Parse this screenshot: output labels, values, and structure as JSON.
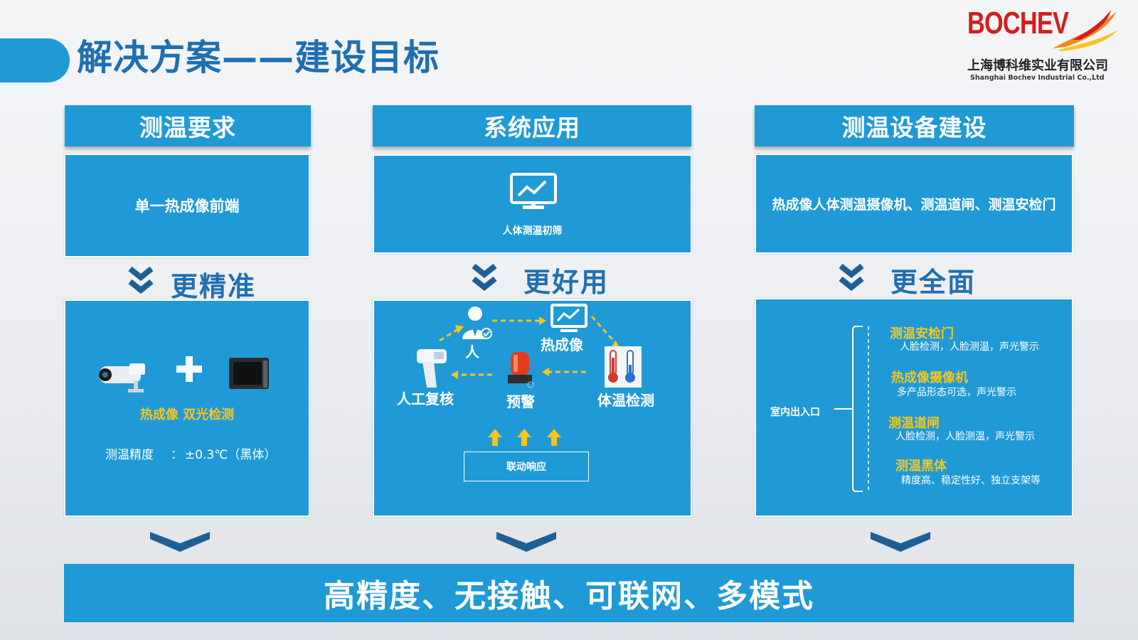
{
  "title": "解决方案——建设目标",
  "logo": {
    "wordmark": "BOCHEV",
    "company_cn": "上海博科维实业有限公司",
    "company_en": "Shanghai Bochev Industrial Co.,Ltd"
  },
  "columns": [
    {
      "header": "测温要求",
      "top_text": "单一热成像前端",
      "mid_label": "更精准",
      "detail": {
        "highlight": "热成像 双光检测",
        "accuracy_label": "测温精度",
        "accuracy_sep": "：",
        "accuracy_value": "±0.3℃（黑体）"
      }
    },
    {
      "header": "系统应用",
      "top_text": "人体测温初筛",
      "mid_label": "更好用",
      "flow": {
        "person": "人",
        "thermal": "热成像",
        "temp_check": "体温检测",
        "alarm": "预警",
        "manual": "人工复核",
        "linkage": "联动响应"
      }
    },
    {
      "header": "测温设备建设",
      "top_text": "热成像人体测温摄像机、测温道闸、测温安检门",
      "mid_label": "更全面",
      "tree": {
        "root": "室内出入口",
        "items": [
          {
            "title": "测温安检门",
            "desc": "人脸检测，人脸测温，声光警示"
          },
          {
            "title": "热成像摄像机",
            "desc": "多产品形态可选，声光警示"
          },
          {
            "title": "测温道闸",
            "desc": "人脸检测，人脸测温，声光警示"
          },
          {
            "title": "测温黑体",
            "desc": "精度高、稳定性好、独立支架等"
          }
        ]
      }
    }
  ],
  "summary": "高精度、无接触、可联网、多模式",
  "colors": {
    "primary": "#1f9ad6",
    "title": "#1f6fb0",
    "accent": "#f6c520",
    "chevron": "#1f5f94",
    "logo_red": "#d0201e"
  }
}
